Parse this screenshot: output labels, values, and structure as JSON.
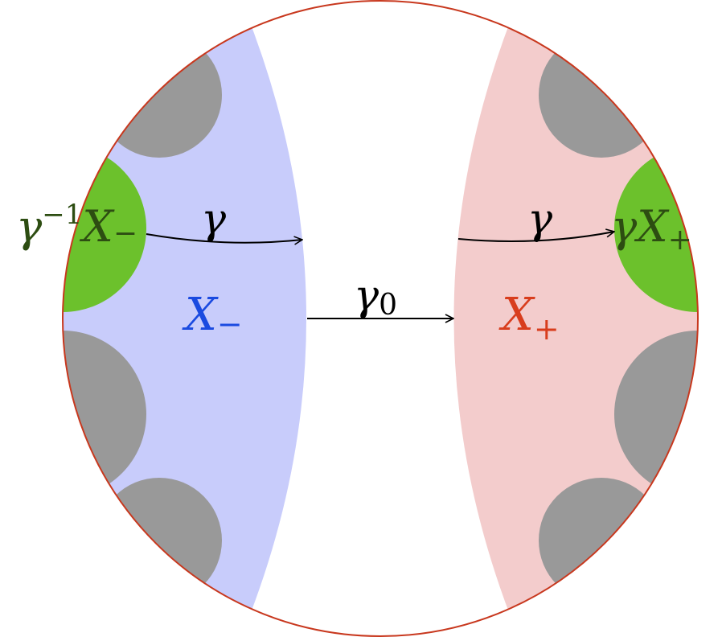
{
  "labels": {
    "x_minus": {
      "base": "X",
      "sub": "−"
    },
    "x_plus": {
      "base": "X",
      "sub": "+"
    },
    "gamma_inv_x_minus": {
      "base": "γ",
      "sup": "−1",
      "x": "X",
      "sub": "−"
    },
    "gamma_x_plus": {
      "base": "γ",
      "x": "X",
      "sub": "+"
    },
    "arrow_gamma_left": "γ",
    "arrow_gamma_right": "γ",
    "arrow_gamma0": {
      "base": "γ",
      "sub": "0"
    }
  },
  "colors": {
    "boundary": "#c8381e",
    "x_minus_fill": "#c8ccfb",
    "x_plus_fill": "#f3cccc",
    "gray_disc": "#999999",
    "green_disc": "#6cc12c",
    "x_minus_text": "#1a4ae0",
    "x_plus_text": "#d83d1d",
    "green_text": "#2d4d12",
    "arrow": "#000000"
  }
}
